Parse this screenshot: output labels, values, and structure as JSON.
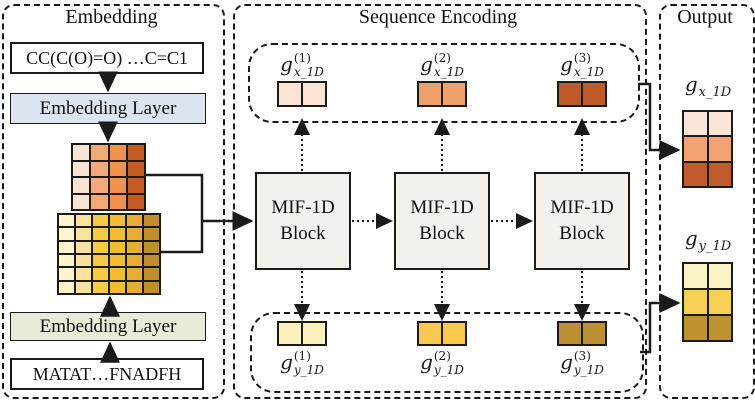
{
  "panels": {
    "embedding": {
      "title": "Embedding",
      "smiles_input": "CC(C(O)=O) …C=C1",
      "embedding_layer_smiles_label": "Embedding Layer",
      "embedding_layer_protein_label": "Embedding Layer",
      "protein_input": "MATAT…FNADFH",
      "smiles_matrix": {
        "rows": 4,
        "cols": 4,
        "col_colors": [
          "#fae3d2",
          "#f3a877",
          "#ef9251",
          "#c25a22"
        ]
      },
      "protein_matrix": {
        "rows": 6,
        "cols": 6,
        "col_colors": [
          "#fdf4cf",
          "#f9e29b",
          "#f6ca45",
          "#f4bc31",
          "#e7ad35",
          "#c28e2b"
        ]
      }
    },
    "sequence_encoding": {
      "title": "Sequence Encoding",
      "blocks": [
        {
          "label": "MIF-1D Block"
        },
        {
          "label": "MIF-1D Block"
        },
        {
          "label": "MIF-1D Block"
        }
      ],
      "x_features": [
        {
          "base": "g",
          "sup": "(1)",
          "sub": "x_1D",
          "matrix": {
            "rows": 1,
            "cols": 2,
            "color": "#fbe4d3"
          }
        },
        {
          "base": "g",
          "sup": "(2)",
          "sub": "x_1D",
          "matrix": {
            "rows": 1,
            "cols": 2,
            "color": "#f0a169"
          }
        },
        {
          "base": "g",
          "sup": "(3)",
          "sub": "x_1D",
          "matrix": {
            "rows": 1,
            "cols": 2,
            "color": "#bd5a27"
          }
        }
      ],
      "y_features": [
        {
          "base": "g",
          "sup": "(1)",
          "sub": "y_1D",
          "matrix": {
            "rows": 1,
            "cols": 2,
            "color": "#fbf1bd"
          }
        },
        {
          "base": "g",
          "sup": "(2)",
          "sub": "y_1D",
          "matrix": {
            "rows": 1,
            "cols": 2,
            "color": "#f6c84e"
          }
        },
        {
          "base": "g",
          "sup": "(3)",
          "sub": "y_1D",
          "matrix": {
            "rows": 1,
            "cols": 2,
            "color": "#bd8f33"
          }
        }
      ]
    },
    "output": {
      "title": "Output",
      "x_output": {
        "base": "g",
        "sub": "x_1D",
        "matrix": {
          "rows": 3,
          "cols": 2,
          "row_colors": [
            "#fbe5d8",
            "#f2a273",
            "#c05a2c"
          ]
        }
      },
      "y_output": {
        "base": "g",
        "sub": "y_1D",
        "matrix": {
          "rows": 3,
          "cols": 2,
          "row_colors": [
            "#fbf3c4",
            "#f7cf55",
            "#bd922f"
          ]
        }
      }
    }
  },
  "colors": {
    "line": "#1a1a1a",
    "embedding_layer_smiles_bg": "#dce4f2",
    "embedding_layer_protein_bg": "#e7ecd9",
    "mif_block_bg": "#f4f1ec"
  }
}
